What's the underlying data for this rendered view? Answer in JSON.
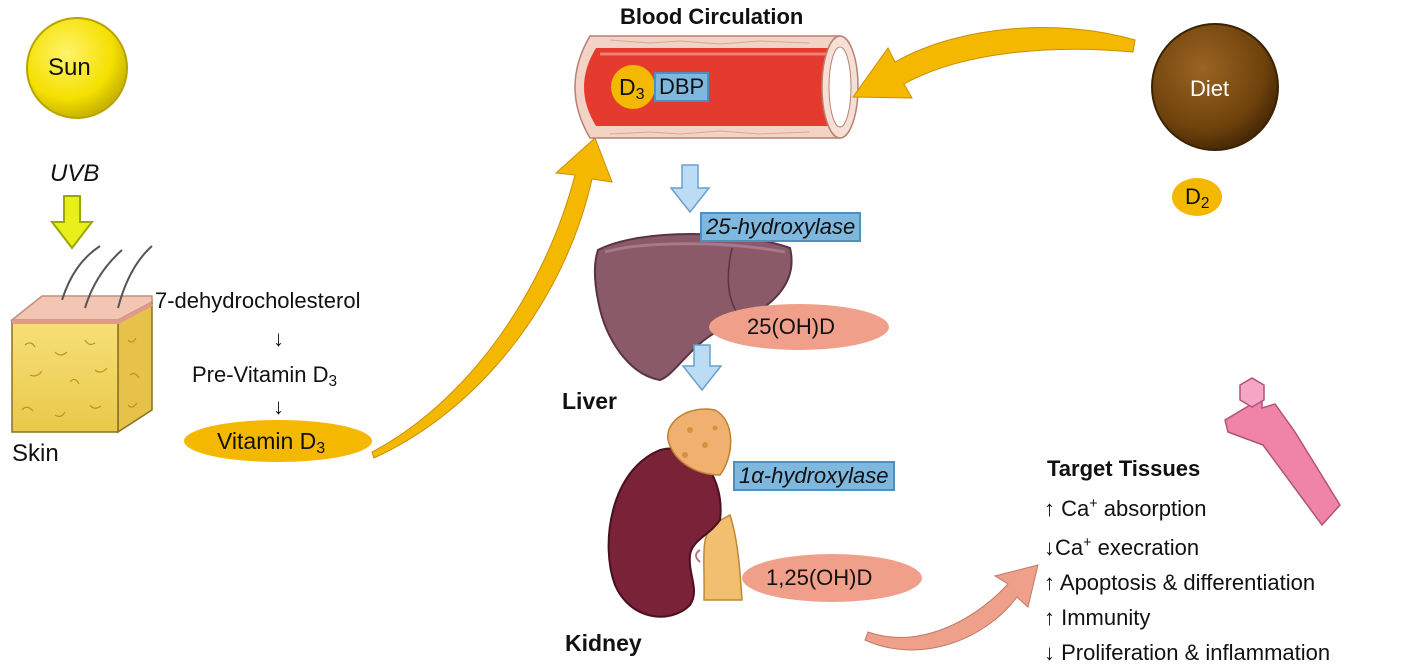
{
  "sun": {
    "label": "Sun"
  },
  "uvb": {
    "label": "UVB"
  },
  "skin": {
    "label": "Skin"
  },
  "synthesis": {
    "step1": "7-dehydrocholesterol",
    "arrow": "↓",
    "step2_text": "Pre-Vitamin D",
    "step2_sub": "3",
    "step3_text": "Vitamin D",
    "step3_sub": "3"
  },
  "blood": {
    "title": "Blood Circulation",
    "d3_text": "D",
    "d3_sub": "3",
    "dbp": "DBP"
  },
  "diet": {
    "label": "Diet",
    "d2_text": "D",
    "d2_sub": "2"
  },
  "liver": {
    "label": "Liver",
    "enzyme": "25-hydroxylase",
    "product": "25(OH)D"
  },
  "kidney": {
    "label": "Kidney",
    "enzyme": "1α-hydroxylase",
    "product": "1,25(OH)D"
  },
  "target": {
    "title": "Target Tissues",
    "items": [
      {
        "arrow": "↑",
        "pre": " Ca",
        "sup": "+",
        "post": " absorption"
      },
      {
        "arrow": "↓",
        "pre": "Ca",
        "sup": "+",
        "post": " execration"
      },
      {
        "arrow": "↑",
        "pre": " Apoptosis & differentiation",
        "sup": "",
        "post": ""
      },
      {
        "arrow": "↑",
        "pre": " Immunity",
        "sup": "",
        "post": ""
      },
      {
        "arrow": "↓",
        "pre": " Proliferation & inflammation",
        "sup": "",
        "post": ""
      }
    ]
  },
  "colors": {
    "sun": "#f5e000",
    "yellow_arrow": "#f5b800",
    "vitamin_d3_oval": "#f5b800",
    "enzyme_box": "#7fb8df",
    "product_oval": "#f0a08a",
    "diet": "#7a4a10",
    "liver": "#8a5a68",
    "kidney": "#7a2238",
    "blood": "#e43b2e"
  }
}
